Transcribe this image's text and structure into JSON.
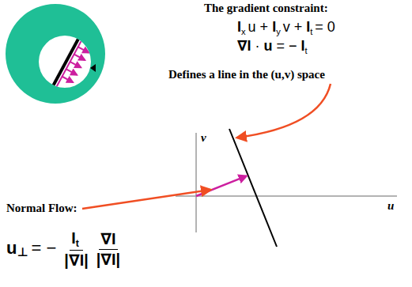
{
  "diagram": {
    "labels": [
      "The gradient constraint:",
      "I",
      "x",
      "u +",
      "I",
      "y",
      "v +",
      "I",
      "t",
      "= 0",
      "∇I",
      "·",
      "u",
      "= −",
      "I",
      "t",
      "Defines a line in the (u,v) space",
      "v",
      "u",
      "Normal Flow:",
      "u",
      "⊥",
      "= −",
      "I",
      "t",
      "|∇I|",
      "∇I",
      "|∇I|"
    ]
  }
}
